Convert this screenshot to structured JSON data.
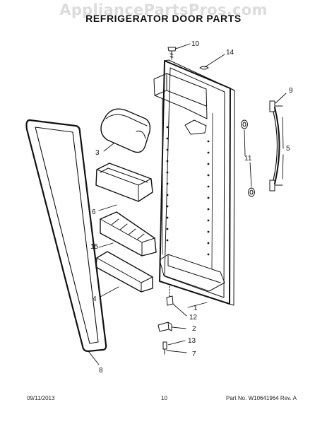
{
  "watermark": "AppliancePartsPros.com",
  "title": "REFRIGERATOR DOOR PARTS",
  "callouts": {
    "c10": "10",
    "c14": "14",
    "c9": "9",
    "c3": "3",
    "c11": "11",
    "c5": "5",
    "c6": "6",
    "c15": "15",
    "c4": "4",
    "c1": "1",
    "c12": "12",
    "c2": "2",
    "c13": "13",
    "c7": "7",
    "c8": "8"
  },
  "footer": {
    "date": "09/11/2013",
    "page": "10",
    "part_number": "Part No. W10641964  Rev. A"
  }
}
